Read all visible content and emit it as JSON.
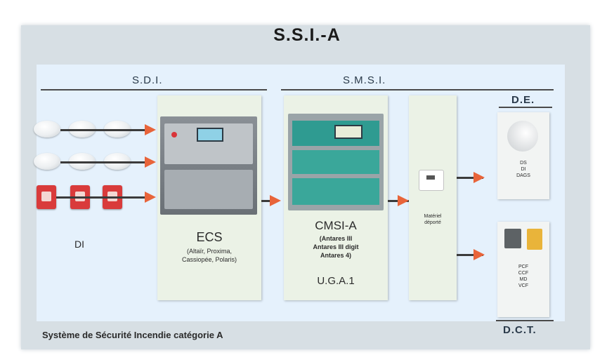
{
  "title": "S.S.I.-A",
  "sections": {
    "sdi": "S.D.I.",
    "smsi": "S.M.S.I.",
    "de": "D.E.",
    "dct": "D.C.T."
  },
  "di_label": "DI",
  "ecs": {
    "name": "ECS",
    "models": "(Altaïr, Proxima,\nCassiopée, Polaris)"
  },
  "cmsi": {
    "name": "CMSI-A",
    "models": "(Antares III\nAntares III digit\nAntares 4)",
    "uga": "U.G.A.1"
  },
  "remote": {
    "label": "Matériel\ndéporté"
  },
  "de_box": {
    "text": "DS\nDI\nDAGS"
  },
  "dct_box": {
    "text": "PCF\nCCF\nMD\nVCF"
  },
  "footer": "Système de Sécurité Incendie catégorie A",
  "colors": {
    "arrow": "#e8643a",
    "panel": "#ebf2e6",
    "background": "#e5f1fc",
    "mcp": "#d93b3b"
  }
}
